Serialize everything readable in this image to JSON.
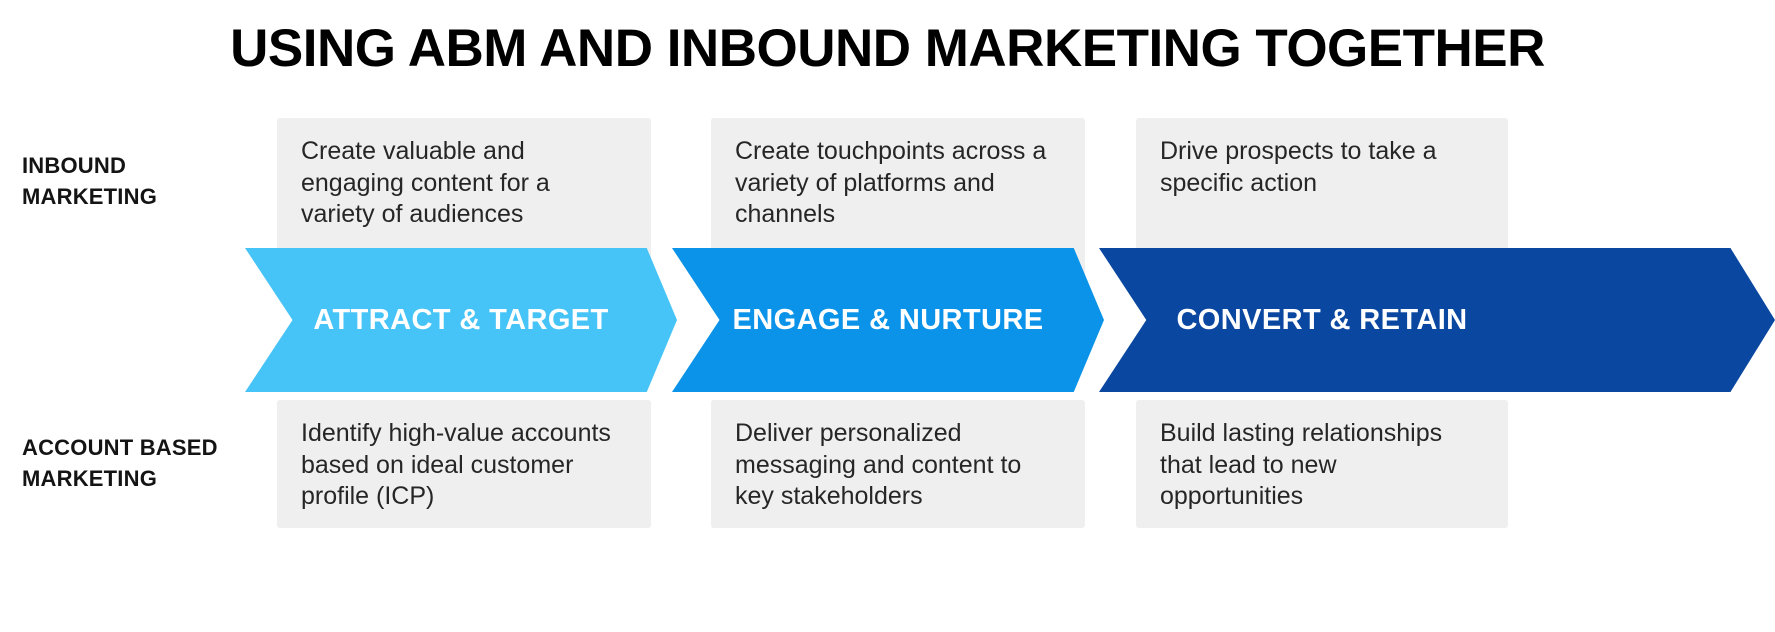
{
  "title": "USING ABM AND INBOUND MARKETING TOGETHER",
  "colors": {
    "stage_1": "#47c4f7",
    "stage_2": "#0a93e8",
    "stage_3": "#0a47a0",
    "card_bg": "#efefef",
    "text": "#262626",
    "label": "#141414",
    "chevron_label": "#ffffff"
  },
  "row_labels": {
    "inbound": {
      "line1": "INBOUND",
      "line2": "MARKETING"
    },
    "abm": {
      "line1": "ACCOUNT BASED",
      "line2": "MARKETING"
    }
  },
  "stages": [
    {
      "label": "ATTRACT & TARGET",
      "color": "#47c4f7",
      "inbound_text": "Create valuable and engaging content for a variety of audiences",
      "abm_text": "Identify high-value accounts based on ideal customer profile (ICP)"
    },
    {
      "label": "ENGAGE & NURTURE",
      "color": "#0a93e8",
      "inbound_text": "Create touchpoints across a variety of platforms and channels",
      "abm_text": "Deliver personalized messaging and content to key stakeholders"
    },
    {
      "label": "CONVERT & RETAIN",
      "color": "#0a47a0",
      "inbound_text": "Drive prospects to take a specific action",
      "abm_text": "Build lasting relationships that lead to new opportunities"
    }
  ]
}
